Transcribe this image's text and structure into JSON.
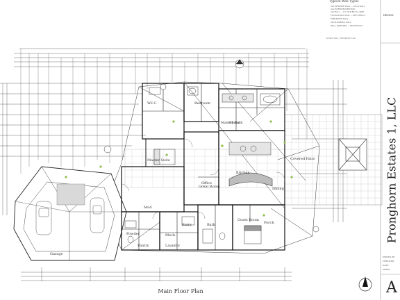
{
  "plan": {
    "title": "Main Floor Plan",
    "company": "Pronghorn Estates 1, LLC"
  },
  "legend": {
    "title": "Typical Wall Types",
    "entries": [
      "2x6 EXTERIOR WALL — STUD WALL",
      "2x4 INTERIOR PARTITION",
      "2x4 WALL — 1/2\" GYP. BD. EA. SIDE",
      "FOUNDATION WALL — SEE STRUCT.",
      "FIRE RATED WALL",
      "2x6 PLUMBING WALL",
      "WALL ASSEMBLY — SEE DETAILS"
    ],
    "extra": "DOOR TAG / WINDOW TAG"
  },
  "rooms": {
    "garage": "Garage",
    "mud": "Mud",
    "pantry": "Pantry",
    "laundry": "Laundry",
    "bath": "Bath",
    "wic": "W.I.C.",
    "master_bath": "Master Bath",
    "master_suite": "Master Suite",
    "dining": "Dining",
    "kitchen": "Kitchen",
    "great_room": "Great Room",
    "guest_room": "Guest Room",
    "office": "Office",
    "entry": "Entry",
    "covered_patio": "Covered Patio",
    "porch": "Porch",
    "bedroom": "Bedroom",
    "closet": "Closet",
    "powder": "Powder",
    "mech": "Mech."
  },
  "title_block": {
    "logo": "DESIGN",
    "lines": [
      "DRAWN BY",
      "CHECKED",
      "DATE",
      "SHEET"
    ],
    "sheet_id": "A"
  }
}
